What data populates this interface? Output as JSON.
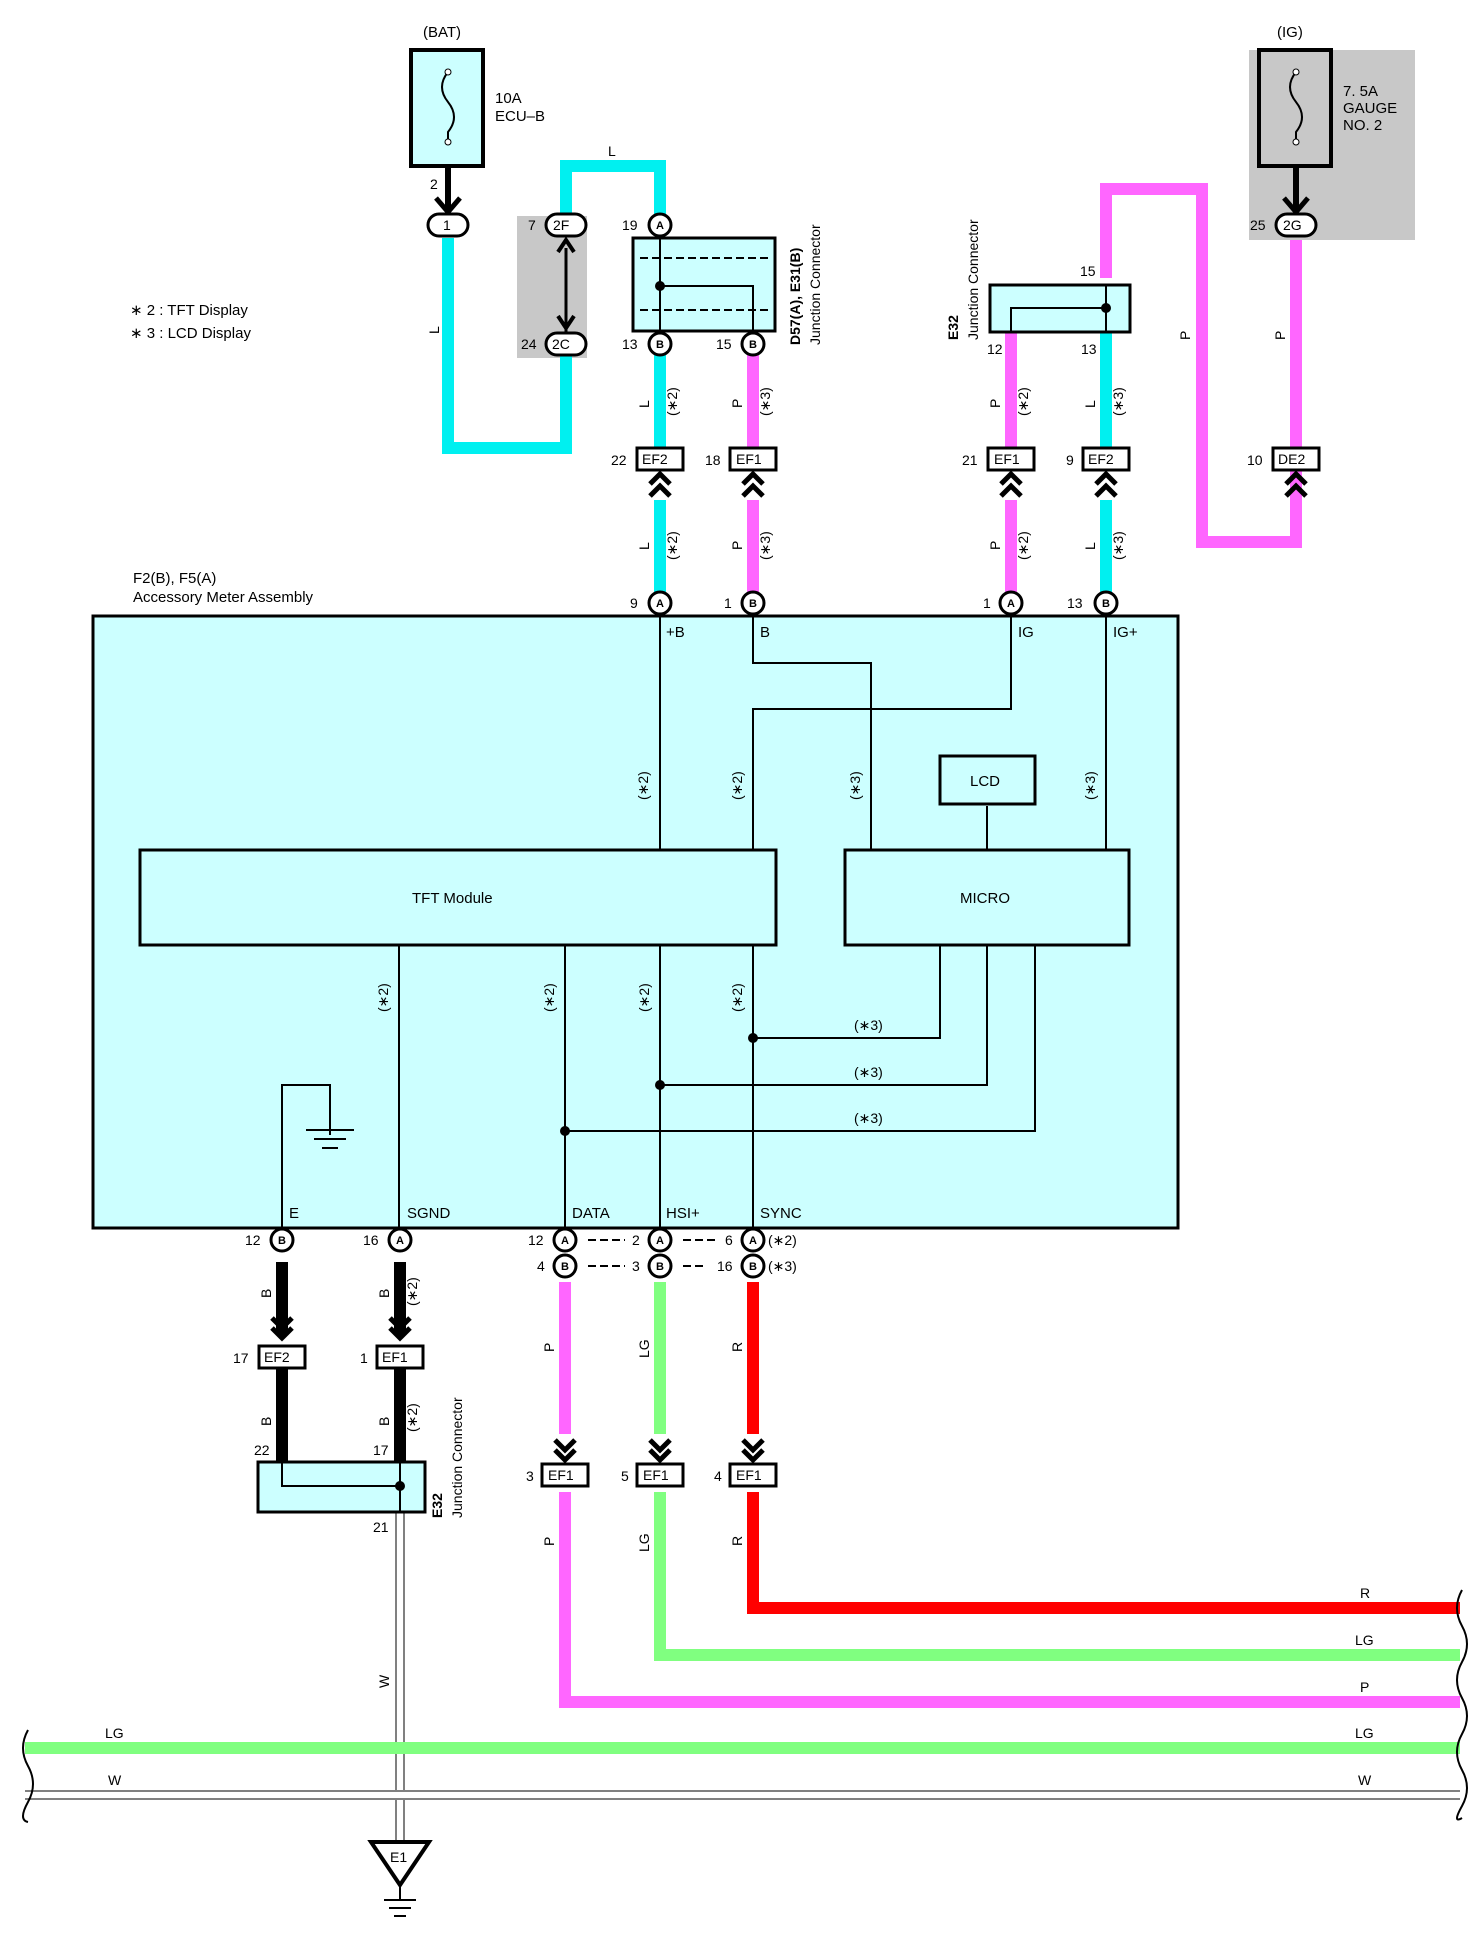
{
  "legend": {
    "line1": "∗ 2 : TFT Display",
    "line2": "∗ 3 : LCD Display"
  },
  "wire_colors": {
    "L": "#00f0f0",
    "P": "#ff66ff",
    "B": "#000000",
    "LG": "#80ff80",
    "R": "#ff0000",
    "W": "#ffffff",
    "W_outline": "#808080"
  },
  "panel_color": "#ccffff",
  "shade_color": "#c8c8c8",
  "fuse_bat": {
    "source": "(BAT)",
    "rating": "10A",
    "name": "ECU–B",
    "pin": "2",
    "conn": "1"
  },
  "fuse_ig": {
    "source": "(IG)",
    "rating": "7. 5A",
    "name1": "GAUGE",
    "name2": "NO. 2",
    "pin": "25",
    "conn": "2G"
  },
  "splice_2f_2c": {
    "top_pin": "7",
    "top_conn": "2F",
    "bot_pin": "24",
    "bot_conn": "2C"
  },
  "jc_d57": {
    "code": "D57(A), E31(B)",
    "name": "Junction Connector",
    "pin19": "19",
    "pinA": "A",
    "pin13": "13",
    "pin15": "15",
    "pinB": "B"
  },
  "jc_e32_top": {
    "code": "E32",
    "name": "Junction Connector",
    "p15": "15",
    "p12": "12",
    "p13": "13"
  },
  "inline_top": [
    {
      "pin": "22",
      "name": "EF2"
    },
    {
      "pin": "18",
      "name": "EF1"
    },
    {
      "pin": "21",
      "name": "EF1"
    },
    {
      "pin": "9",
      "name": "EF2"
    },
    {
      "pin": "10",
      "name": "DE2"
    }
  ],
  "meter": {
    "code": "F2(B), F5(A)",
    "name": "Accessory Meter Assembly",
    "top_pins": [
      {
        "num": "9",
        "letter": "A",
        "term": "+B"
      },
      {
        "num": "1",
        "letter": "B",
        "term": "B"
      },
      {
        "num": "1",
        "letter": "A",
        "term": "IG"
      },
      {
        "num": "13",
        "letter": "B",
        "term": "IG+"
      }
    ],
    "tft": "TFT Module",
    "micro": "MICRO",
    "lcd": "LCD",
    "bottom_terms": [
      "E",
      "SGND",
      "DATA",
      "HSI+",
      "SYNC"
    ],
    "bottom_pins": {
      "e": {
        "num": "12",
        "letter": "B"
      },
      "sgnd": {
        "num": "16",
        "letter": "A"
      },
      "a_row": [
        "12",
        "2",
        "6"
      ],
      "b_row": [
        "4",
        "3",
        "16"
      ],
      "a_letter": "A",
      "b_letter": "B",
      "note_a": "(∗2)",
      "note_b": "(∗3)"
    }
  },
  "note2": "(∗2)",
  "note3": "(∗3)",
  "wire_labels": {
    "L": "L",
    "P": "P",
    "B": "B",
    "LG": "LG",
    "R": "R",
    "W": "W"
  },
  "inline_bottom": [
    {
      "pin": "17",
      "name": "EF2"
    },
    {
      "pin": "1",
      "name": "EF1"
    },
    {
      "pin": "3",
      "name": "EF1"
    },
    {
      "pin": "5",
      "name": "EF1"
    },
    {
      "pin": "4",
      "name": "EF1"
    }
  ],
  "jc_e32_bottom": {
    "code": "E32",
    "name": "Junction Connector",
    "p22": "22",
    "p17": "17",
    "p21": "21"
  },
  "ground": {
    "name": "E1"
  }
}
